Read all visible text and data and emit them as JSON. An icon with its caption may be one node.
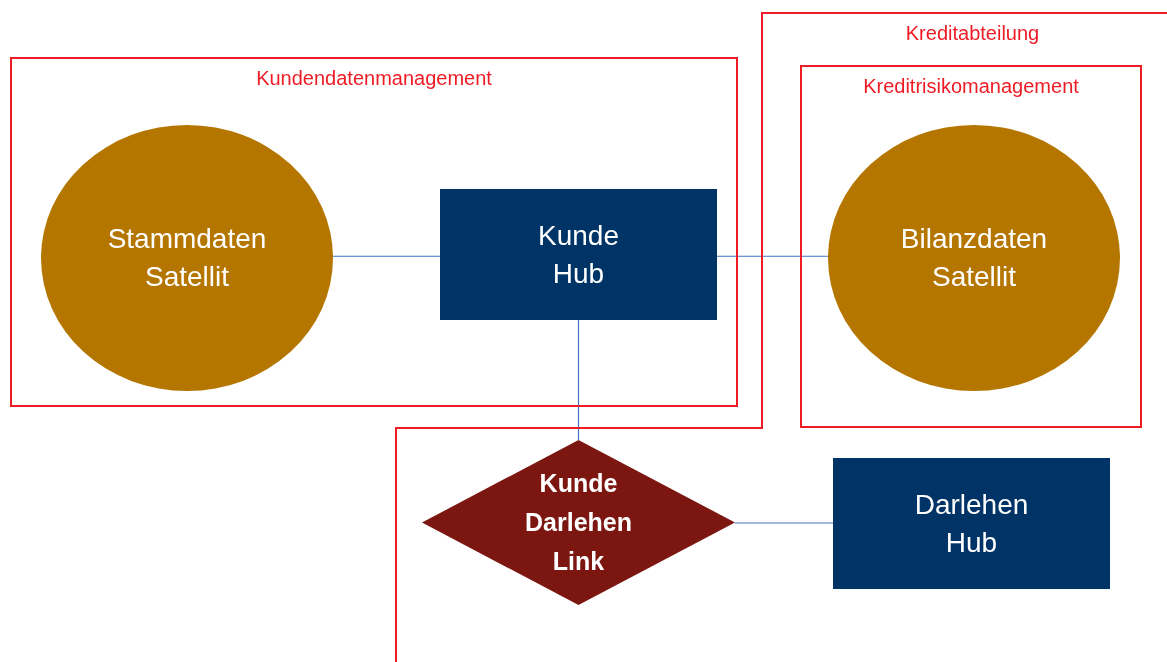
{
  "diagram": {
    "nodes": [
      {
        "text": [
          "Kundendatenmanagement"
        ]
      },
      {
        "text": [
          "Stammdaten Satellit"
        ],
        "in": 0
      },
      {
        "text": [
          "Kunde Hub"
        ]
      },
      {
        "text": [
          "Kreditabteilung"
        ]
      },
      {
        "text": [
          "Kreditrisikomanagement"
        ],
        "in": 3
      },
      {
        "text": [
          "Bilanzdaten Satellit"
        ],
        "in": 4
      },
      {
        "text": [
          "Kunde Darlehen Link"
        ],
        "in": 3
      },
      {
        "text": [
          "Darlehen Hub"
        ],
        "in": 3
      }
    ],
    "edges": [
      {
        "from": 1,
        "to": 2,
        "arrow": "none"
      },
      {
        "from": 2,
        "to": 5,
        "arrow": "none"
      },
      {
        "from": 2,
        "to": 6,
        "arrow": "none"
      },
      {
        "from": 6,
        "to": 7,
        "arrow": "none"
      }
    ]
  }
}
